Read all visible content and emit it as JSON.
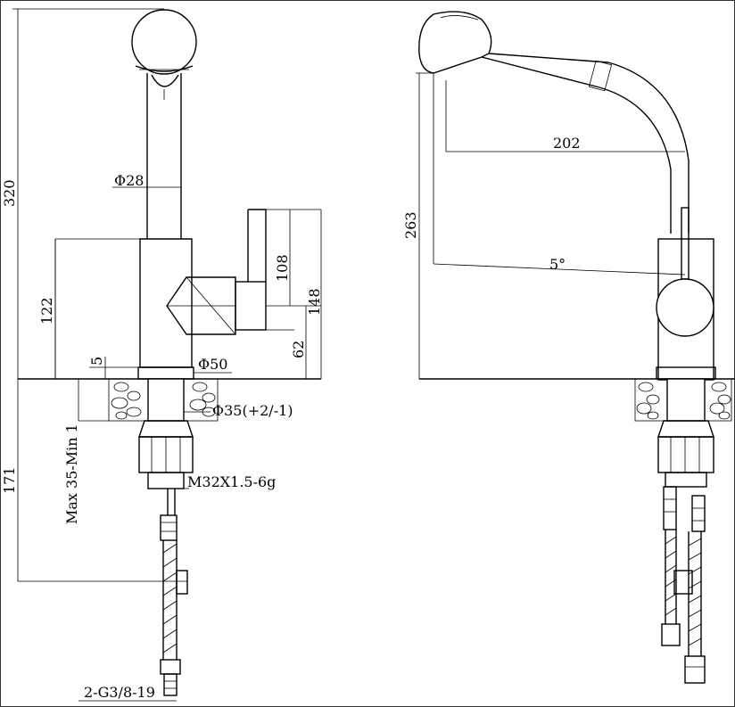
{
  "dimensions": {
    "total_height": "320",
    "spout_dia": "Φ28",
    "body_height": "122",
    "handle_height": "108",
    "handle_total": "148",
    "handle_base": "62",
    "deck_gap": "5",
    "base_dia": "Φ50",
    "hole_dia": "Φ35(+2/-1)",
    "deck_thickness": "Max 35-Min 1",
    "below_deck": "171",
    "thread": "M32X1.5-6g",
    "hoses": "2-G3/8-19",
    "reach": "202",
    "side_height": "263",
    "angle": "5°"
  }
}
